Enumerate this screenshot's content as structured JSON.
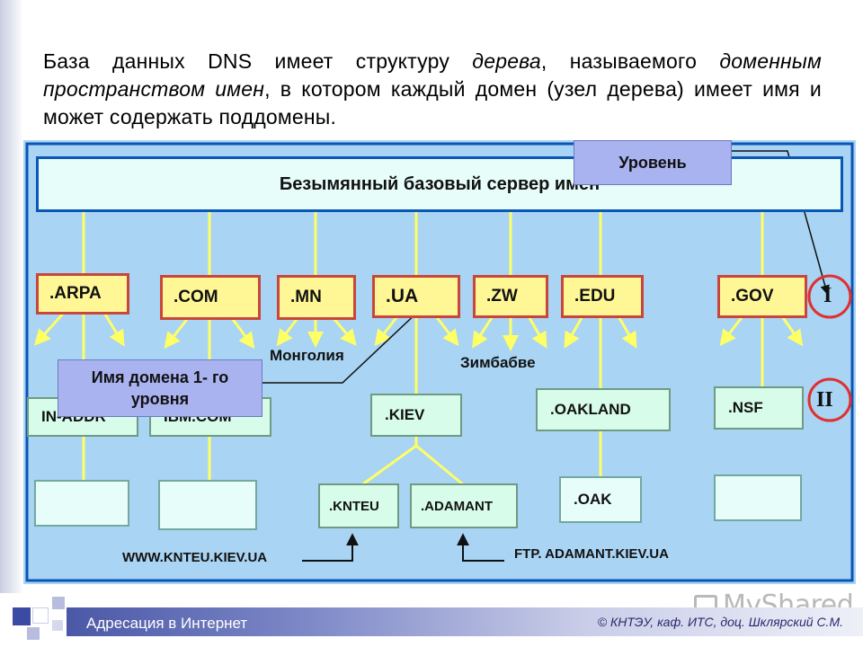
{
  "intro": {
    "t1": "База данных DNS имеет структуру ",
    "t2": "дерева",
    "t3": ", называемого ",
    "t4": "доменным пространством имен",
    "t5": ", в котором каждый домен (узел дерева) имеет имя и может содержать поддомены."
  },
  "root": {
    "label": "Безымянный базовый сервер имен"
  },
  "tld": [
    ".ARPA",
    ".COM",
    ".MN",
    ".UA",
    ".ZW",
    ".EDU",
    ".GOV"
  ],
  "second_level": {
    "arpa_child": "IN-ADDR",
    "com_child": "IBM.COM",
    "ua_child": ".KIEV",
    "edu_child": ".OAKLAND",
    "gov_child": ".NSF"
  },
  "third_level": {
    "kiev_children": [
      ".KNTEU",
      ".ADAMANT"
    ],
    "oakland_child": ".OAK"
  },
  "labels": {
    "mongolia": "Монголия",
    "zimbabwe": "Зимбабве",
    "www": "WWW.KNTEU.KIEV.UA",
    "ftp": "FTP. ADAMANT.KIEV.UA"
  },
  "levels": {
    "level1": "I",
    "level2": "II"
  },
  "callouts": {
    "level": "Уровень",
    "domain_name": "Имя домена 1- го уровня"
  },
  "footer": {
    "left": "Адресация в Интернет",
    "right": "© КНТЭУ, каф. ИТС, доц. Шклярский С.М."
  },
  "watermark": "MyShared",
  "colors": {
    "diagram_bg": "#a9d4f3",
    "tld_fill": "#fff796",
    "tld_border": "#c8463c",
    "connector": "#ffff66",
    "callout": "#a9b3ef",
    "level_ring": "#e03030"
  }
}
